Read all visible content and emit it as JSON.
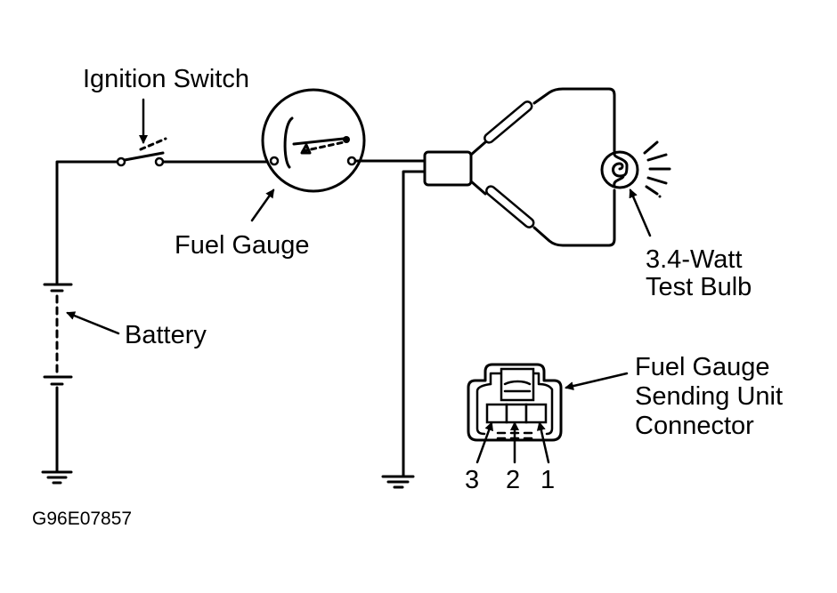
{
  "diagram": {
    "type": "wiring-schematic",
    "labels": {
      "ignition_switch": "Ignition Switch",
      "fuel_gauge": "Fuel Gauge",
      "battery": "Battery",
      "test_bulb_line1": "3.4-Watt",
      "test_bulb_line2": "Test Bulb",
      "connector_line1": "Fuel Gauge",
      "connector_line2": "Sending Unit",
      "connector_line3": "Connector",
      "pin_3": "3",
      "pin_2": "2",
      "pin_1": "1"
    },
    "figure_code": "G96E07857",
    "components": [
      "battery",
      "ignition-switch",
      "fuel-gauge",
      "harness-connector",
      "test-bulb",
      "chassis-ground",
      "sending-unit-connector"
    ],
    "colors": {
      "ink": "#000000",
      "background": "#ffffff"
    }
  }
}
